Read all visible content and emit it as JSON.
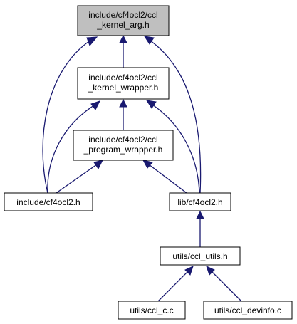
{
  "colors": {
    "edge": "#191970",
    "node_fill": "#ffffff",
    "node_highlight_fill": "#bfbfbf",
    "node_border": "#000000"
  },
  "nodes": {
    "kernel_arg": {
      "lines": [
        "include/cf4ocl2/ccl",
        "_kernel_arg.h"
      ],
      "highlight": true
    },
    "kernel_wrapper": {
      "lines": [
        "include/cf4ocl2/ccl",
        "_kernel_wrapper.h"
      ]
    },
    "program_wrapper": {
      "lines": [
        "include/cf4ocl2/ccl",
        "_program_wrapper.h"
      ]
    },
    "include_cf4ocl2": {
      "lines": [
        "include/cf4ocl2.h"
      ]
    },
    "lib_cf4ocl2": {
      "lines": [
        "lib/cf4ocl2.h"
      ]
    },
    "ccl_utils_h": {
      "lines": [
        "utils/ccl_utils.h"
      ]
    },
    "ccl_c": {
      "lines": [
        "utils/ccl_c.c"
      ]
    },
    "ccl_devinfo": {
      "lines": [
        "utils/ccl_devinfo.c"
      ]
    }
  }
}
